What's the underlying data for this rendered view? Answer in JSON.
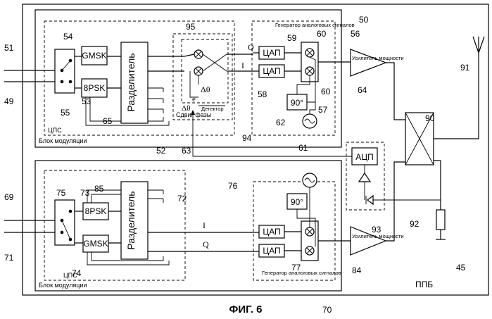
{
  "caption": "ФИГ. 6",
  "blocks": {
    "upper_modulation": "Блок модуляции",
    "lower_modulation": "Блок модуляции",
    "dsp_upper": "ЦПС",
    "dsp_lower": "ЦПС",
    "ppb": "ППБ",
    "phase_shift": "Сдвиг фазы",
    "detector": "Детектор",
    "delta_theta": "Δθ",
    "delta_theta_small": "Δθ",
    "e_label": "e",
    "analog_gen_upper": "Генератор аналоговых сигналов",
    "analog_gen_lower": "Генератор аналоговых сигналов",
    "amp_upper": "Усилитель мощности",
    "amp_lower": "Усилитель мощности",
    "gmsk_upper": "GMSK",
    "psk_upper": "8PSK",
    "gmsk_lower": "GMSK",
    "psk_lower": "8PSK",
    "splitter_upper": "Разделитель",
    "splitter_lower": "Разделитель",
    "dac_upper_q": "ЦАП",
    "dac_upper_i": "ЦАП",
    "dac_lower_i": "ЦАП",
    "dac_lower_q": "ЦАП",
    "adc": "АЦП",
    "phase90_upper": "90°",
    "phase90_lower": "90°"
  },
  "signals": {
    "q_upper": "Q",
    "i_upper": "I",
    "i_lower": "I",
    "q_lower": "Q"
  },
  "refs": {
    "r45": "45",
    "r49": "49",
    "r50": "50",
    "r51": "51",
    "r52": "52",
    "r53": "53",
    "r54": "54",
    "r55": "55",
    "r56": "56",
    "r57": "57",
    "r58": "58",
    "r59": "59",
    "r60a": "60",
    "r60b": "60",
    "r61": "61",
    "r62": "62",
    "r63": "63",
    "r64": "64",
    "r65": "65",
    "r69": "69",
    "r70": "70",
    "r71": "71",
    "r72": "72",
    "r73": "73",
    "r74": "74",
    "r75": "75",
    "r76": "76",
    "r77": "77",
    "r84": "84",
    "r85": "85",
    "r90": "90",
    "r91": "91",
    "r92": "92",
    "r93": "93",
    "r94": "94",
    "r95": "95"
  }
}
